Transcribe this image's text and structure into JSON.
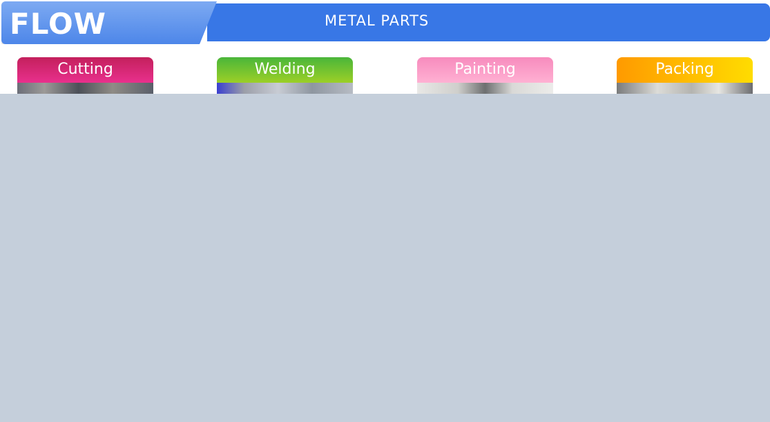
{
  "header": {
    "title": "FLOW CHART",
    "subtitle": "METAL PARTS"
  },
  "steps": [
    {
      "label": "Cutting",
      "color": "#e02a7c"
    },
    {
      "label": "Welding",
      "color": "#6dc332"
    },
    {
      "label": "Painting",
      "color": "#fb9ec8"
    },
    {
      "label": "Packing",
      "color": "#ffbb00"
    }
  ],
  "colors": {
    "banner": "#3877e6",
    "overlay": "#c5cfdb"
  }
}
